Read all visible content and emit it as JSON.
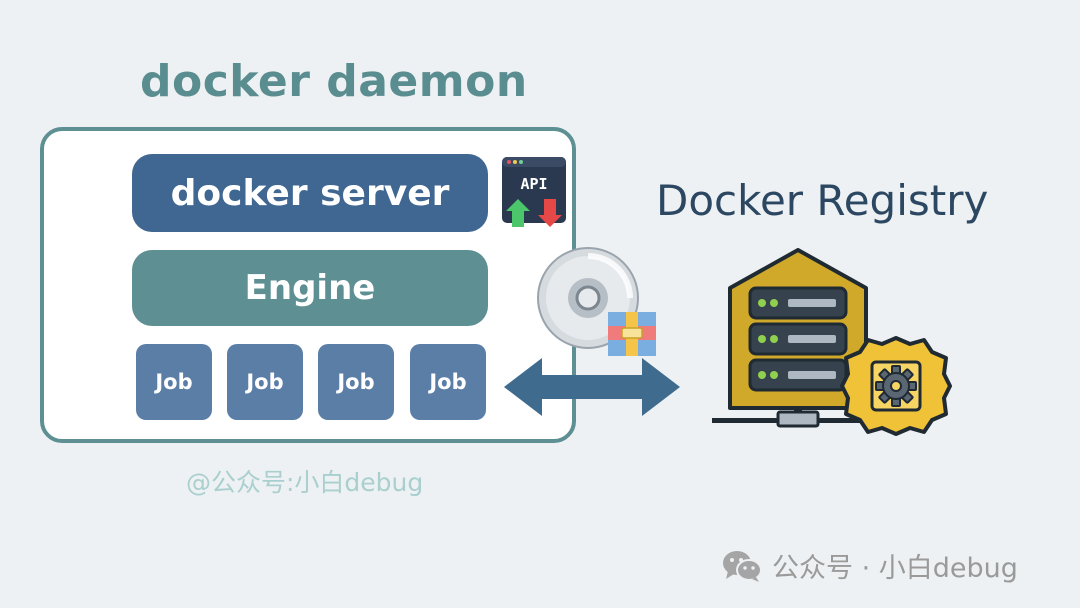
{
  "daemon": {
    "title": "docker daemon",
    "server_label": "docker server",
    "engine_label": "Engine",
    "jobs": [
      "Job",
      "Job",
      "Job",
      "Job"
    ]
  },
  "api_icon": {
    "label": "API"
  },
  "registry": {
    "title": "Docker Registry"
  },
  "watermarks": {
    "inner": "@公众号:小白debug",
    "footer": "公众号 · 小白debug"
  },
  "colors": {
    "background": "#eef1f3",
    "teal": "#5e8f93",
    "server_blue": "#3f6791",
    "job_blue": "#5b7ea7",
    "arrow_blue": "#3e6b8e",
    "registry_gold": "#c9a227"
  }
}
